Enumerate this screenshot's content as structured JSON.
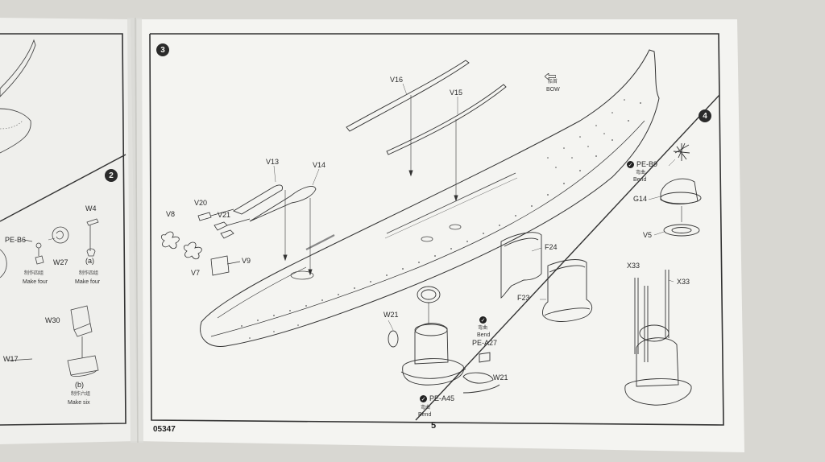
{
  "document": {
    "product_code": "05347",
    "page_number": "5"
  },
  "steps": {
    "step2": "2",
    "step3": "3",
    "step4": "4"
  },
  "step2_labels": {
    "w4": "W4",
    "pe_b6": "PE-B6",
    "w27": "W27",
    "a": "(a)",
    "cn_four_1": "制作四组",
    "make_four_1": "Make four",
    "cn_four_2": "制作四组",
    "make_four_2": "Make four",
    "w30": "W30",
    "w17": "W17",
    "b": "(b)",
    "cn_six": "制作六组",
    "make_six": "Make six"
  },
  "step3_labels": {
    "v16": "V16",
    "v15": "V15",
    "v13": "V13",
    "v14": "V14",
    "v20": "V20",
    "v21": "V21",
    "v8": "V8",
    "v7": "V7",
    "v9": "V9",
    "bow_cn": "船首",
    "bow": "BOW",
    "f24": "F24",
    "f23": "F23",
    "w21_a": "W21",
    "bend_cn_1": "弯曲",
    "bend_1": "Bend",
    "pe_a27": "PE-A27",
    "w21_b": "W21",
    "pe_a45": "PE-A45",
    "bend_cn_2": "弯曲",
    "bend_2": "Bend"
  },
  "step4_labels": {
    "pe_b9": "PE-B9",
    "bend_cn": "弯曲",
    "bend": "Bend",
    "g14": "G14",
    "v5": "V5",
    "x33_a": "X33",
    "x33_b": "X33"
  }
}
